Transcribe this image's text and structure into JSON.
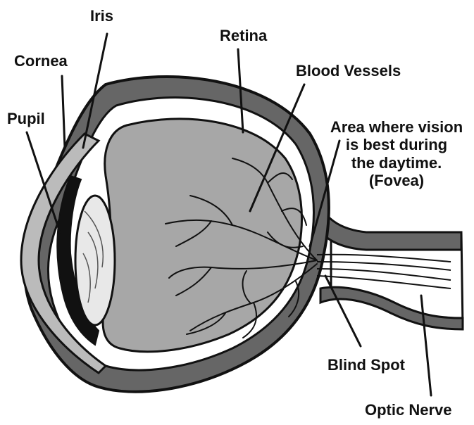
{
  "labels": {
    "iris": "Iris",
    "cornea": "Cornea",
    "pupil": "Pupil",
    "retina": "Retina",
    "blood_vessels": "Blood Vessels",
    "fovea_line1": "Area where vision",
    "fovea_line2": "is best during",
    "fovea_line3": "the daytime.",
    "fovea_line4": "(Fovea)",
    "blind_spot": "Blind Spot",
    "optic_nerve": "Optic Nerve"
  },
  "colors": {
    "outline": "#111111",
    "tissue_dark": "#666666",
    "tissue_light": "#bbbbbb",
    "vitreous": "#a7a7a7",
    "lens": "#e8e8e8",
    "background": "#ffffff"
  }
}
